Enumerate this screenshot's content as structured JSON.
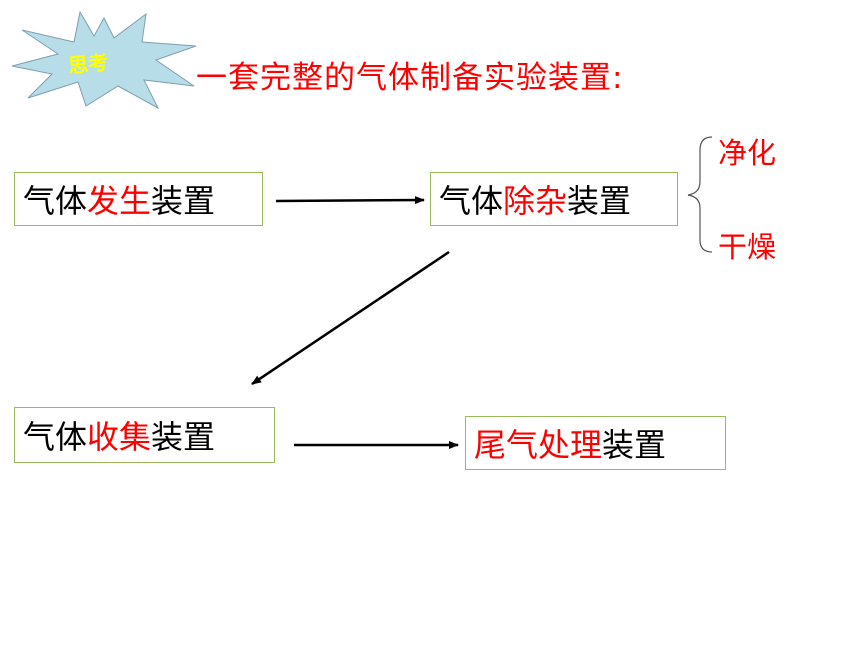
{
  "badge": {
    "label": "思考",
    "fill": "#b7dde8",
    "text_color": "#ffff00"
  },
  "title": "一套完整的气体制备实验装置:",
  "boxes": {
    "generation": {
      "part1": "气体",
      "highlight": "发生",
      "part2": "装置"
    },
    "purification": {
      "part1": "气体",
      "highlight": "除杂",
      "part2": "装置"
    },
    "collection": {
      "part1": "气体",
      "highlight": "收集",
      "part2": "装置"
    },
    "tail": {
      "highlight": "尾气处理",
      "part2": "装置"
    }
  },
  "branch": {
    "top": "净化",
    "bottom": "干燥"
  },
  "colors": {
    "accent": "#ff0000",
    "box_border": "#9bbb59"
  }
}
